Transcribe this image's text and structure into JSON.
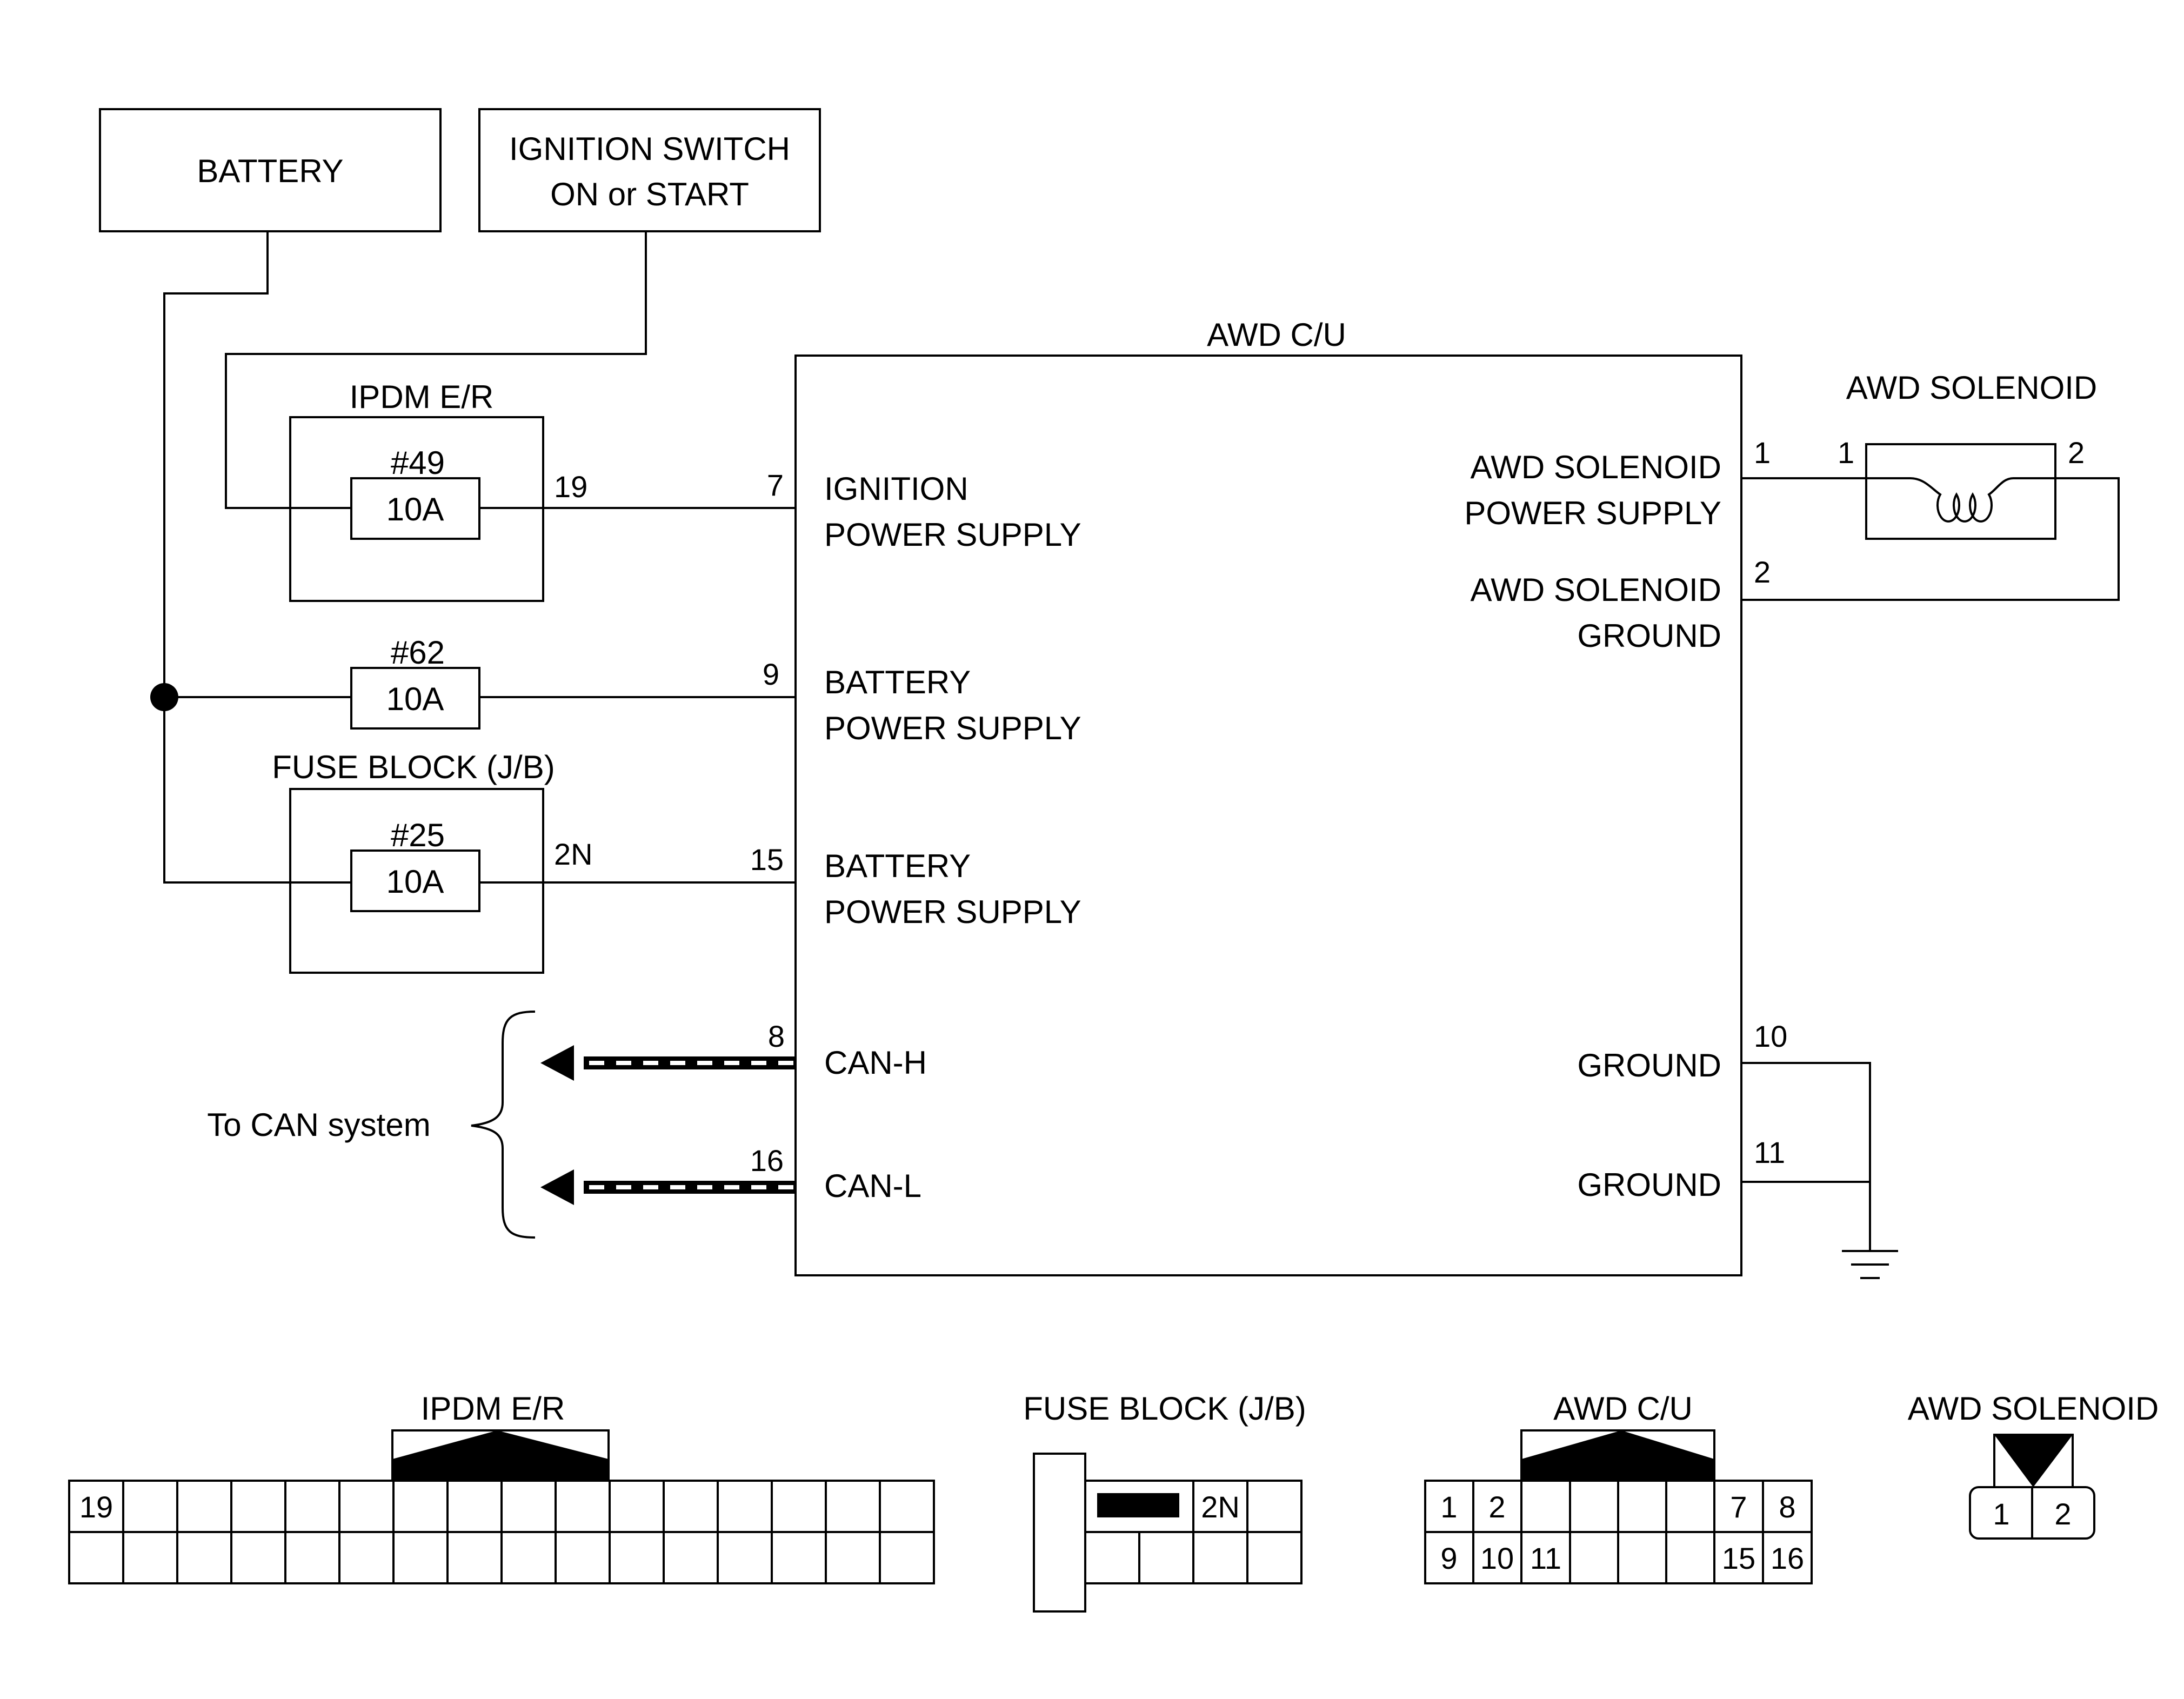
{
  "colors": {
    "line": "#000000",
    "background": "#ffffff"
  },
  "battery": {
    "label": "BATTERY"
  },
  "ignition_switch": {
    "line1": "IGNITION SWITCH",
    "line2": "ON or START"
  },
  "ipdm": {
    "label": "IPDM E/R",
    "fuse_no": "#49",
    "fuse_rating": "10A",
    "out_terminal": "19"
  },
  "fuse62": {
    "fuse_no": "#62",
    "fuse_rating": "10A"
  },
  "fuse_block": {
    "label": "FUSE BLOCK (J/B)",
    "fuse_no": "#25",
    "fuse_rating": "10A",
    "out_terminal": "2N"
  },
  "awd_cu": {
    "label": "AWD C/U",
    "terminals": {
      "t7": "7",
      "t9": "9",
      "t15": "15",
      "t8": "8",
      "t16": "16",
      "t1": "1",
      "t2": "2",
      "t10": "10",
      "t11": "11"
    },
    "left_labels": {
      "ign_1": "IGNITION",
      "ign_2": "POWER SUPPLY",
      "bat1_1": "BATTERY",
      "bat1_2": "POWER SUPPLY",
      "bat2_1": "BATTERY",
      "bat2_2": "POWER SUPPLY",
      "canh": "CAN-H",
      "canl": "CAN-L"
    },
    "right_labels": {
      "sol_pwr_1": "AWD SOLENOID",
      "sol_pwr_2": "POWER SUPPLY",
      "sol_gnd_1": "AWD SOLENOID",
      "sol_gnd_2": "GROUND",
      "gnd_10": "GROUND",
      "gnd_11": "GROUND"
    }
  },
  "solenoid": {
    "label": "AWD SOLENOID",
    "pin1": "1",
    "pin2": "2"
  },
  "can": {
    "label": "To CAN system"
  },
  "connectors": {
    "ipdm": {
      "label": "IPDM E/R",
      "cells": [
        "19"
      ]
    },
    "fuse_block": {
      "label": "FUSE BLOCK (J/B)",
      "cells": [
        "2N"
      ]
    },
    "awd_cu": {
      "label": "AWD C/U",
      "row1": [
        "1",
        "2",
        "7",
        "8"
      ],
      "row2": [
        "9",
        "10",
        "11",
        "15",
        "16"
      ]
    },
    "solenoid": {
      "label": "AWD SOLENOID",
      "cells": [
        "1",
        "2"
      ]
    }
  }
}
